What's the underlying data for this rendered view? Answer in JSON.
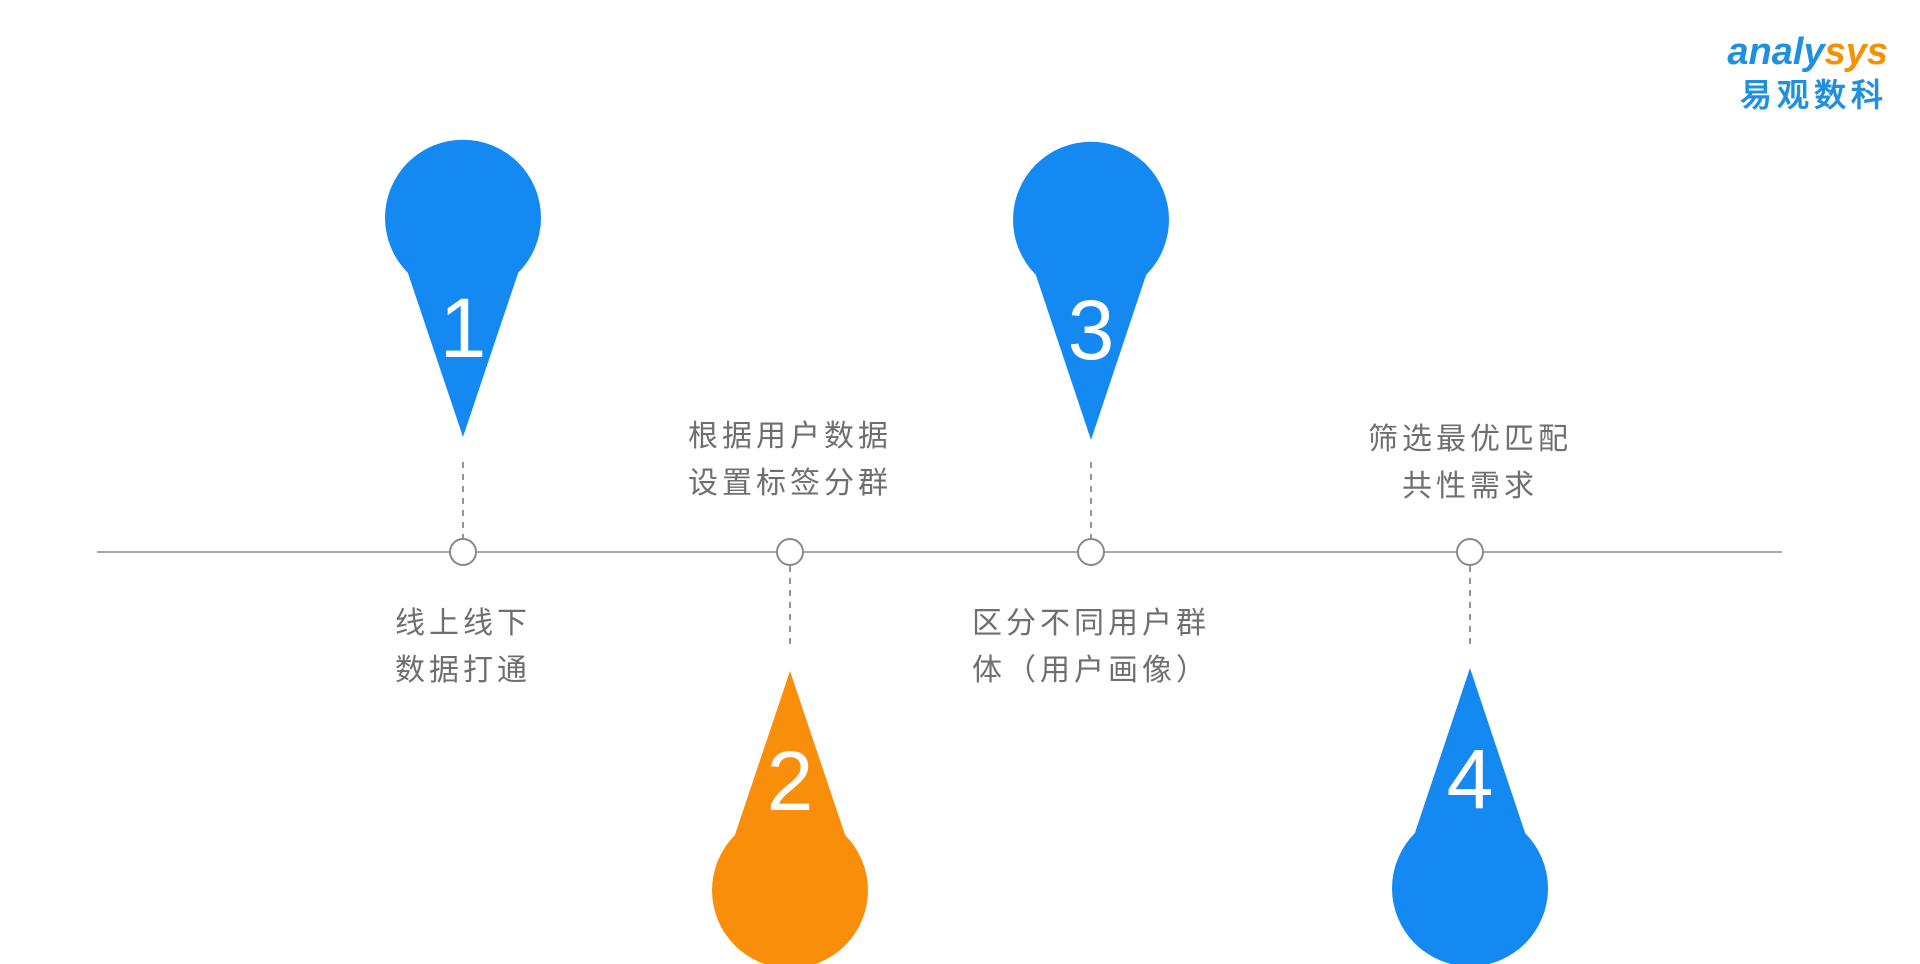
{
  "brand": {
    "wordmark_main": "nalysys",
    "wordmark_initial": "a",
    "name_cn": "易观数科"
  },
  "colors": {
    "blue": "#1589f2",
    "orange": "#f88e0a",
    "timeline": "#8a8a8a",
    "text": "#6f6f6f"
  },
  "steps": [
    {
      "number": "1",
      "color": "blue",
      "position": "top",
      "lines": [
        "线上线下",
        "数据打通"
      ]
    },
    {
      "number": "2",
      "color": "orange",
      "position": "bottom",
      "lines": [
        "根据用户数据",
        "设置标签分群"
      ]
    },
    {
      "number": "3",
      "color": "blue",
      "position": "top",
      "lines": [
        "区分不同用户群",
        "体（用户画像）"
      ]
    },
    {
      "number": "4",
      "color": "blue",
      "position": "bottom",
      "lines": [
        "筛选最优匹配",
        "共性需求"
      ]
    }
  ]
}
